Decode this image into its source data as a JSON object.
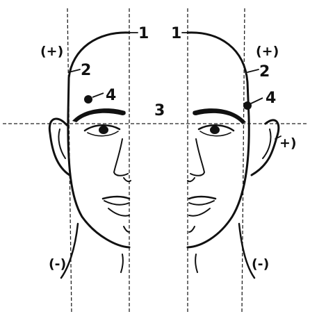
{
  "labels": {
    "left_1": "1",
    "right_1": "1",
    "left_2": "2",
    "right_2": "2",
    "center_3": "3",
    "left_4": "4",
    "right_4": "4",
    "left_plus": "(+)",
    "right_plus": "(+)",
    "ear_plus": "+)",
    "left_minus": "(-)",
    "right_minus": "(-)"
  },
  "colors": {
    "ink": "#111111",
    "background": "#ffffff"
  }
}
